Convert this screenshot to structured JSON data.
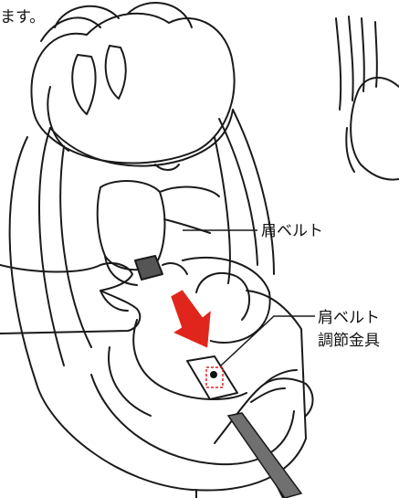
{
  "header_fragment": "ます。",
  "labels": {
    "shoulder_belt": "肩ベルト",
    "adjuster_line1": "肩ベルト",
    "adjuster_line2": "調節金具"
  },
  "colors": {
    "line": "#1a1a1a",
    "arrow": "#e0261c",
    "strap": "#707070",
    "highlight": "#d6282a"
  }
}
